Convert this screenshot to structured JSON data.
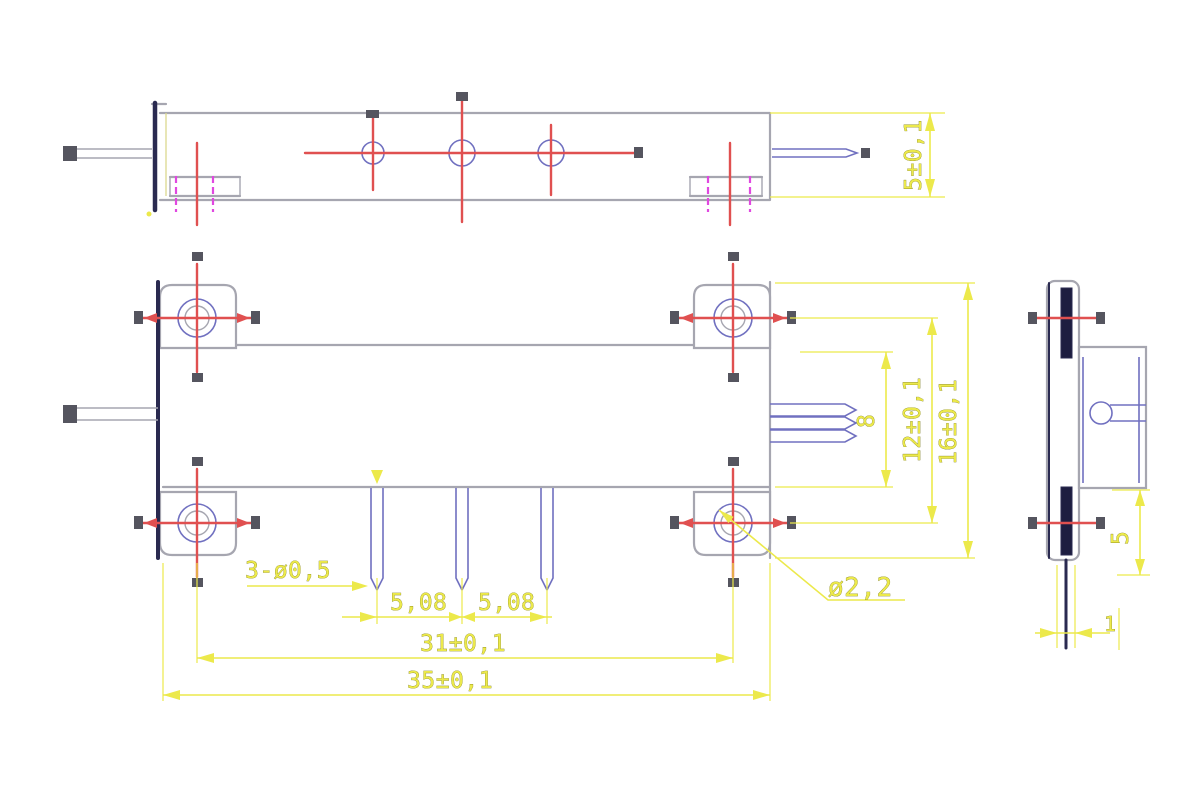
{
  "drawing": {
    "type": "cad-engineering-drawing",
    "views": {
      "top": "top-view",
      "front": "front-view",
      "side": "side-view"
    }
  },
  "colors": {
    "dimension": "#ece94b",
    "centerline": "#e05050",
    "hidden": "#e048e0",
    "edge_dark": "#2a2a50",
    "edge_light": "#a6a6b0",
    "edge_blue": "#7070c0",
    "cap_gray": "#55555f",
    "background": "#ffffff"
  },
  "dims": {
    "depth": "5±0,1",
    "body_height": "8",
    "hole_spacing_vertical": "12±0,1",
    "overall_height": "16±0,1",
    "pin_note": "3-ø0,5",
    "pin_pitch_a": "5,08",
    "pin_pitch_b": "5,08",
    "hole_spacing_horizontal": "31±0,1",
    "overall_width": "35±0,1",
    "mounting_hole_diameter": "ø2,2",
    "side_standoff": "5",
    "lead_width": "1"
  }
}
